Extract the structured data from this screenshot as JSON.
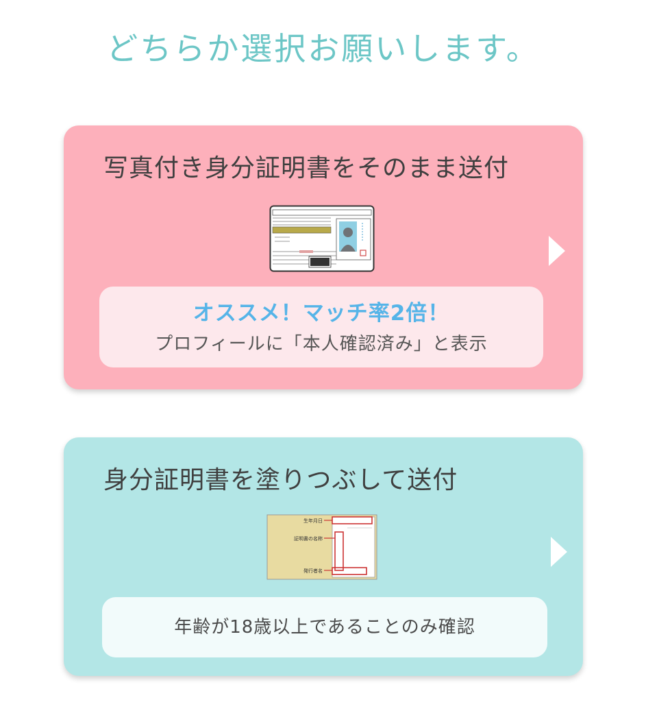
{
  "header": {
    "title": "どちらか選択お願いします。"
  },
  "options": {
    "photo_id": {
      "title": "写真付き身分証明書をそのまま送付",
      "recommend": "オススメ！マッチ率2倍！",
      "note": "プロフィールに「本人確認済み」と表示"
    },
    "masked_id": {
      "title": "身分証明書を塗りつぶして送付",
      "note": "年齢が18歳以上であることのみ確認",
      "labels": {
        "birthdate": "生年月日",
        "doc_name": "証明書の名称",
        "issuer": "発行者名"
      }
    }
  },
  "colors": {
    "title": "#6cc6c6",
    "photo_card": "#fdb0bb",
    "masked_card": "#b3e6e6",
    "recommend": "#55b4e8"
  }
}
